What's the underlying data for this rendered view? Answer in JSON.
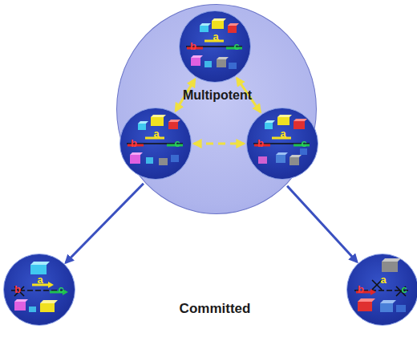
{
  "diagram": {
    "nodes": [
      {
        "text": [
          "Multipotent"
        ]
      },
      {
        "text": [
          "a",
          "b",
          "c"
        ],
        "in": 0
      },
      {
        "text": [
          "a",
          "b",
          "c"
        ],
        "in": 0
      },
      {
        "text": [
          "a",
          "b",
          "c"
        ],
        "in": 0
      },
      {
        "text": [
          "a",
          "b",
          "c"
        ]
      },
      {
        "text": [
          "a",
          "b",
          "c"
        ]
      }
    ],
    "edges": [
      {
        "from": 1,
        "to": 2,
        "arrow": "both"
      },
      {
        "from": 1,
        "to": 3,
        "arrow": "both"
      },
      {
        "from": 2,
        "to": 3,
        "arrow": "both"
      },
      {
        "from": 0,
        "to": 4,
        "arrow": "to"
      },
      {
        "from": 0,
        "to": 5,
        "arrow": "to"
      }
    ],
    "labels": [
      "Committed"
    ]
  }
}
